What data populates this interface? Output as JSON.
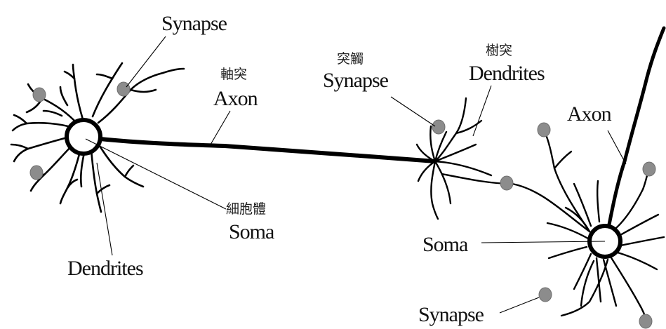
{
  "labels": {
    "synapse_top_left": "Synapse",
    "axon_zh": "軸突",
    "axon_en": "Axon",
    "soma_zh": "細胞體",
    "soma_en": "Soma",
    "dendrites_left": "Dendrites",
    "synapse_mid_zh": "突觸",
    "synapse_mid_en": "Synapse",
    "dendrites_right_zh": "樹突",
    "dendrites_right_en": "Dendrites",
    "axon_right": "Axon",
    "soma_right": "Soma",
    "synapse_bottom": "Synapse"
  },
  "colors": {
    "ink": "#000000",
    "synapse_dot": "#8c8c8c",
    "background": "#ffffff"
  }
}
